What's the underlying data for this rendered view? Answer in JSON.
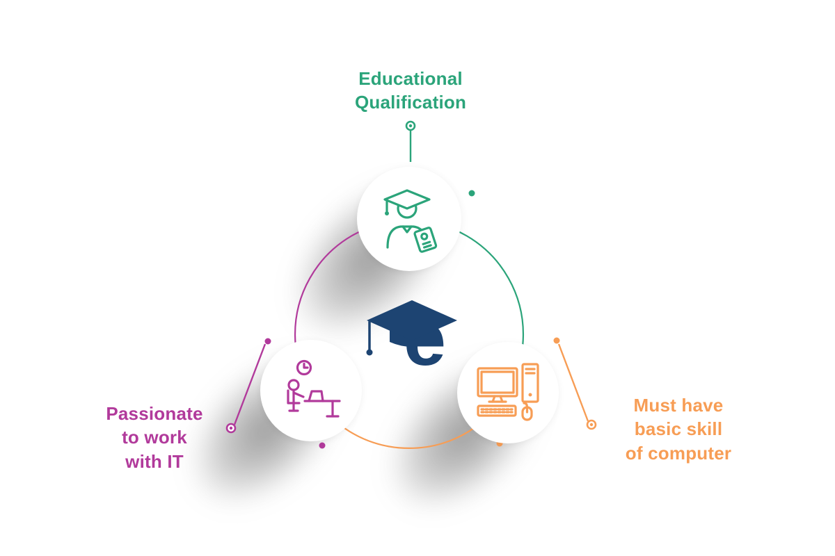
{
  "title": "Admission requirements infographic",
  "colors": {
    "green": "#2ba47a",
    "purple": "#b13a9b",
    "orange": "#f79d55",
    "navy": "#1d4472"
  },
  "logo": {
    "letter": "e",
    "icon": "graduation-cap-icon"
  },
  "nodes": {
    "education": {
      "label": "Educational\nQualification",
      "icon": "graduate-icon",
      "color": "#2ba47a"
    },
    "passion": {
      "label": "Passionate\nto work\nwith IT",
      "icon": "desk-worker-icon",
      "color": "#b13a9b"
    },
    "computer": {
      "label": "Must have\nbasic skill\nof computer",
      "icon": "desktop-computer-icon",
      "color": "#f79d55"
    }
  }
}
